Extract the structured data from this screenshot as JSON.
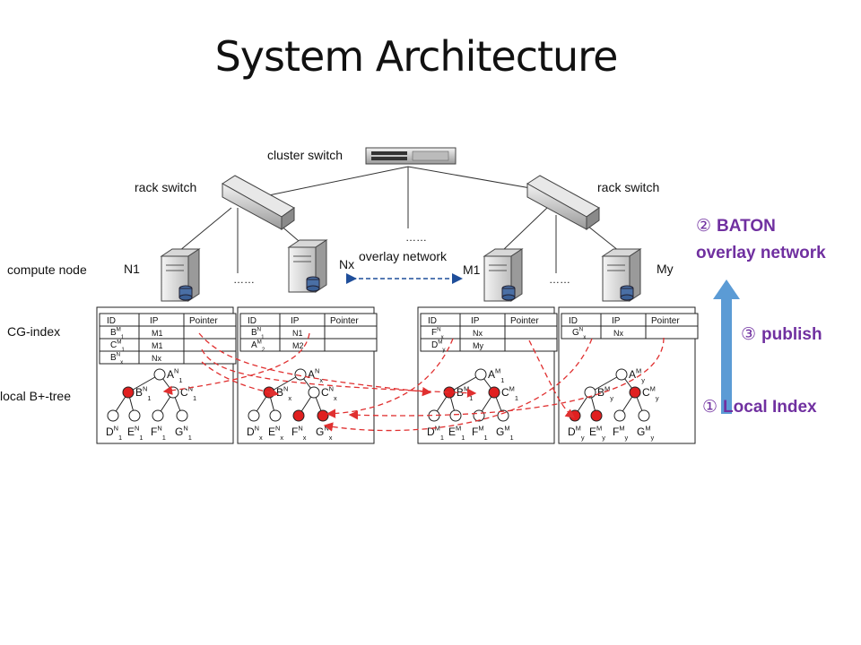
{
  "title": "System Architecture",
  "labels": {
    "cluster_switch": "cluster switch",
    "rack_switch_left": "rack switch",
    "rack_switch_right": "rack switch",
    "compute_node": "compute node",
    "cg_index": "CG-index",
    "local_btree": "local B+-tree",
    "overlay_network": "overlay network",
    "ellipsis": "……"
  },
  "nodes": [
    {
      "name": "N1",
      "sub": ""
    },
    {
      "name": "Nx",
      "sub": ""
    },
    {
      "name": "M1",
      "sub": ""
    },
    {
      "name": "My",
      "sub": ""
    }
  ],
  "table_headers": [
    "ID",
    "IP",
    "Pointer"
  ],
  "tables": [
    {
      "rows": [
        [
          "B^M_1",
          "M1",
          ""
        ],
        [
          "C^M_1",
          "M1",
          ""
        ],
        [
          "B^N_x",
          "Nx",
          ""
        ]
      ]
    },
    {
      "rows": [
        [
          "B^N_1",
          "N1",
          ""
        ],
        [
          "A^M_2",
          "M2",
          ""
        ]
      ]
    },
    {
      "rows": [
        [
          "F^N_x",
          "Nx",
          ""
        ],
        [
          "D^M_y",
          "My",
          ""
        ]
      ]
    },
    {
      "rows": [
        [
          "G^N_x",
          "Nx",
          ""
        ]
      ]
    }
  ],
  "trees": [
    {
      "root": "A^N_1",
      "mid": [
        "B^N_1",
        "C^N_1"
      ],
      "leaves": [
        "D^N_1",
        "E^N_1",
        "F^N_1",
        "G^N_1"
      ],
      "filled": [
        "B"
      ]
    },
    {
      "root": "A^N_x",
      "mid": [
        "B^N_x",
        "C^N_x"
      ],
      "leaves": [
        "D^N_x",
        "E^N_x",
        "F^N_x",
        "G^N_x"
      ],
      "filled": [
        "B",
        "F",
        "G"
      ]
    },
    {
      "root": "A^M_1",
      "mid": [
        "B^M_1",
        "C^M_1"
      ],
      "leaves": [
        "D^M_1",
        "E^M_1",
        "F^M_1",
        "G^M_1"
      ],
      "filled": [
        "B",
        "C"
      ]
    },
    {
      "root": "A^M_y",
      "mid": [
        "B^M_y",
        "C^M_y"
      ],
      "leaves": [
        "D^M_y",
        "E^M_y",
        "F^M_y",
        "G^M_y"
      ],
      "filled": [
        "C",
        "D",
        "E"
      ]
    }
  ],
  "side": {
    "baton_num": "②",
    "baton_line1": "BATON",
    "baton_line2": "overlay network",
    "publish_num": "③",
    "publish": "publish",
    "local_num": "①",
    "local_index": "Local Index"
  },
  "colors": {
    "title": "#111111",
    "side_text": "#7030a0",
    "arrow": "#5b9bd5",
    "dashed_red": "#e03030",
    "node_fill": "#e02020",
    "overlay_arrow": "#1f4e9a"
  }
}
